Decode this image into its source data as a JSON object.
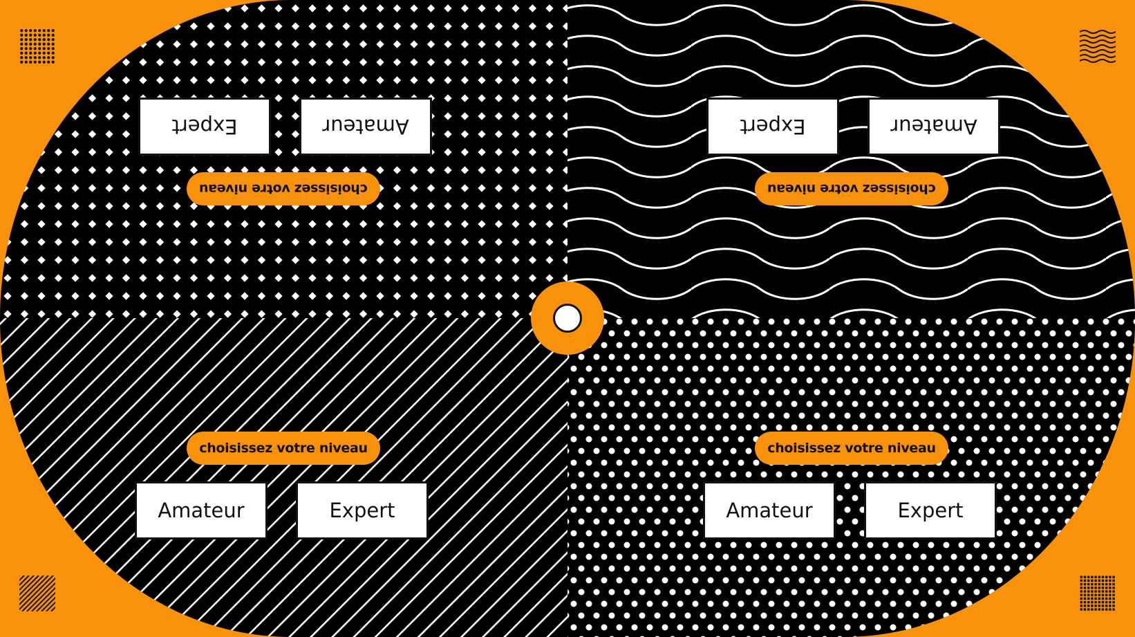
{
  "theme": {
    "accent": "#F7920A",
    "board": "#000000",
    "pattern": "#FFFFFF"
  },
  "quadrants": [
    {
      "id": "top-left",
      "pattern": "diamond-grid",
      "orientation": "upside-down",
      "prompt": "choisissez votre niveau",
      "buttons": [
        "Amateur",
        "Expert"
      ]
    },
    {
      "id": "top-right",
      "pattern": "waves",
      "orientation": "upside-down",
      "prompt": "choisissez votre niveau",
      "buttons": [
        "Amateur",
        "Expert"
      ]
    },
    {
      "id": "bottom-left",
      "pattern": "diagonal-stripes",
      "orientation": "upright",
      "prompt": "choisissez votre niveau",
      "buttons": [
        "Amateur",
        "Expert"
      ]
    },
    {
      "id": "bottom-right",
      "pattern": "polka-dots",
      "orientation": "upright",
      "prompt": "choisissez votre niveau",
      "buttons": [
        "Amateur",
        "Expert"
      ]
    }
  ],
  "corner_icons": [
    "dot-grid-icon",
    "wave-lines-icon",
    "diagonal-lines-icon",
    "square-grid-icon"
  ]
}
